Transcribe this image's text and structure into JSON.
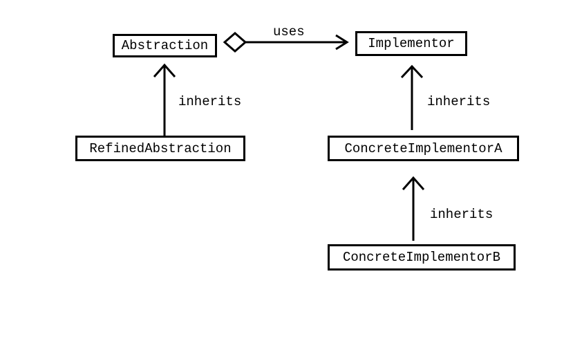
{
  "diagram": {
    "nodes": {
      "abstraction": "Abstraction",
      "implementor": "Implementor",
      "refined_abstraction": "RefinedAbstraction",
      "concrete_implementor_a": "ConcreteImplementorA",
      "concrete_implementor_b": "ConcreteImplementorB"
    },
    "edges": {
      "uses": "uses",
      "refined_inherits": "inherits",
      "concrete_a_inherits": "inherits",
      "concrete_b_inherits": "inherits"
    }
  }
}
